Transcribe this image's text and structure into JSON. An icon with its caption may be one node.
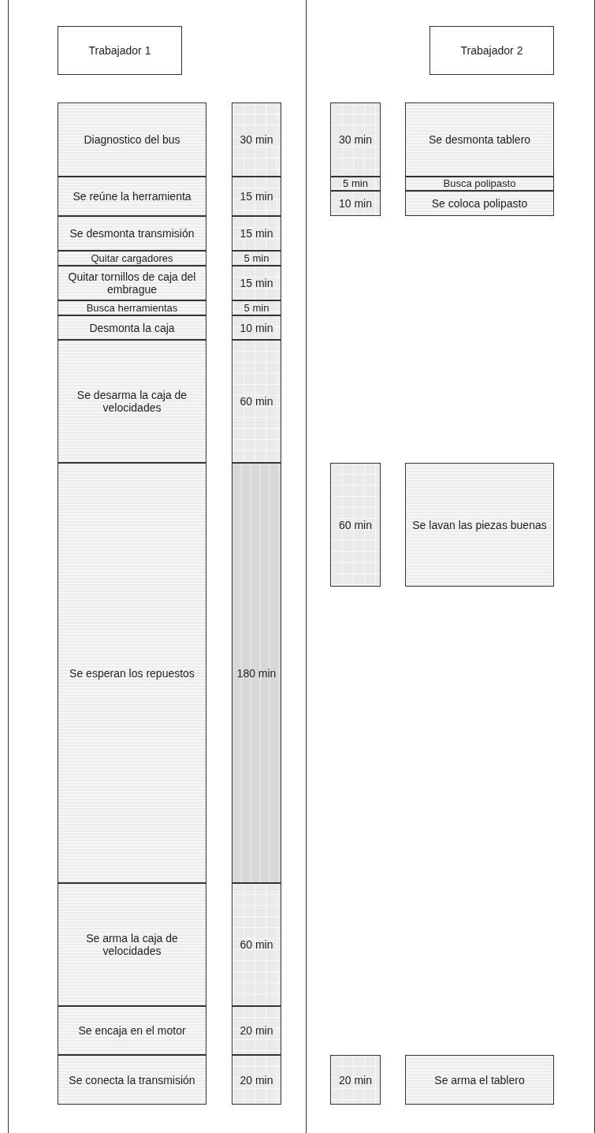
{
  "diagram": {
    "nodes": [
      {
        "text": [
          "Trabajador 1"
        ]
      },
      {
        "text": [
          "Diagnostico del bus"
        ]
      },
      {
        "text": [
          "30 min"
        ]
      },
      {
        "text": [
          "Se reúne la herramienta"
        ]
      },
      {
        "text": [
          "15 min"
        ]
      },
      {
        "text": [
          "Se desmonta transmisión"
        ]
      },
      {
        "text": [
          "15 min"
        ]
      },
      {
        "text": [
          "Quitar cargadores"
        ]
      },
      {
        "text": [
          "5 min"
        ]
      },
      {
        "text": [
          "Quitar tornillos de caja del embrague"
        ]
      },
      {
        "text": [
          "15 min"
        ]
      },
      {
        "text": [
          "Busca herramientas"
        ]
      },
      {
        "text": [
          "5 min"
        ]
      },
      {
        "text": [
          "Desmonta la caja"
        ]
      },
      {
        "text": [
          "10 min"
        ]
      },
      {
        "text": [
          "Se desarma la caja de velocidades"
        ]
      },
      {
        "text": [
          "60 min"
        ]
      },
      {
        "text": [
          "Se esperan los repuestos"
        ]
      },
      {
        "text": [
          "180 min"
        ]
      },
      {
        "text": [
          "Se arma la caja de velocidades"
        ]
      },
      {
        "text": [
          "60 min"
        ]
      },
      {
        "text": [
          "Se encaja en el motor"
        ]
      },
      {
        "text": [
          "20 min"
        ]
      },
      {
        "text": [
          "Se conecta la transmisión"
        ]
      },
      {
        "text": [
          "20 min"
        ]
      },
      {
        "text": [
          "Trabajador 2"
        ]
      },
      {
        "text": [
          "30 min"
        ]
      },
      {
        "text": [
          "Se desmonta tablero"
        ]
      },
      {
        "text": [
          "5 min"
        ]
      },
      {
        "text": [
          "Busca polipasto"
        ]
      },
      {
        "text": [
          "10 min"
        ]
      },
      {
        "text": [
          "Se coloca polipasto"
        ]
      },
      {
        "text": [
          "60 min"
        ]
      },
      {
        "text": [
          "Se lavan las piezas buenas"
        ]
      },
      {
        "text": [
          "20 min"
        ]
      },
      {
        "text": [
          "Se arma el tablero"
        ]
      }
    ],
    "edges": []
  }
}
